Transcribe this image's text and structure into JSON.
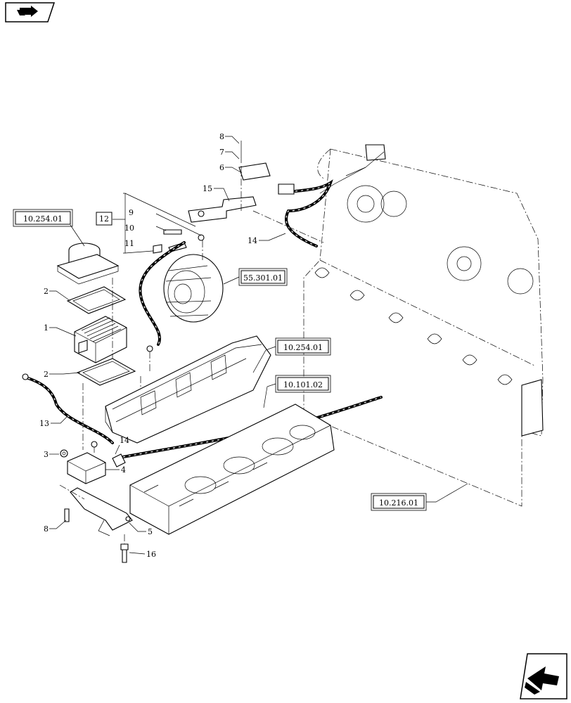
{
  "nav": {
    "prev_icon": "arrow-back-icon",
    "next_icon": "arrow-forward-icon"
  },
  "references": {
    "r1": "10.254.01",
    "r2": "55.301.01",
    "r3": "10.254.01",
    "r4": "10.101.02",
    "r5": "10.216.01"
  },
  "group_ref": "12",
  "callouts": {
    "c8a": "8",
    "c7": "7",
    "c6": "6",
    "c15": "15",
    "c14a": "14",
    "c9": "9",
    "c10": "10",
    "c11": "11",
    "c2a": "2",
    "c1": "1",
    "c2b": "2",
    "c13": "13",
    "c3": "3",
    "c14b": "14",
    "c4": "4",
    "c8b": "8",
    "c5": "5",
    "c16": "16"
  }
}
